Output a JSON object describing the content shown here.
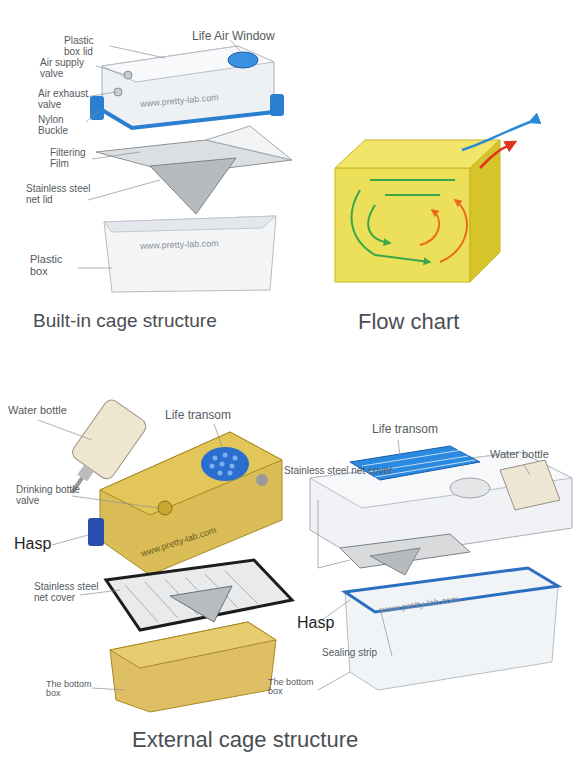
{
  "diagram": {
    "labels": [
      "Plastic box lid",
      "Life Air Window",
      "Air supply valve",
      "Air exhaust valve",
      "Nylon Buckle",
      "www.pretty-lab.com",
      "Filtering Film",
      "Stainless steel net lid",
      "www.pretty-lab.com",
      "Plastic box",
      "Built-in cage structure",
      "Flow chart",
      "Water bottle",
      "Life transom",
      "Drinking bottle valve",
      "Hasp",
      "www.pretty-lab.com",
      "Stainless steel net cover",
      "The bottom box",
      "Life transom",
      "Stainless steel net cover",
      "Water bottle",
      "Hasp",
      "www.pretty-lab.com",
      "Sealing strip",
      "The bottom box",
      "External cage structure"
    ]
  }
}
